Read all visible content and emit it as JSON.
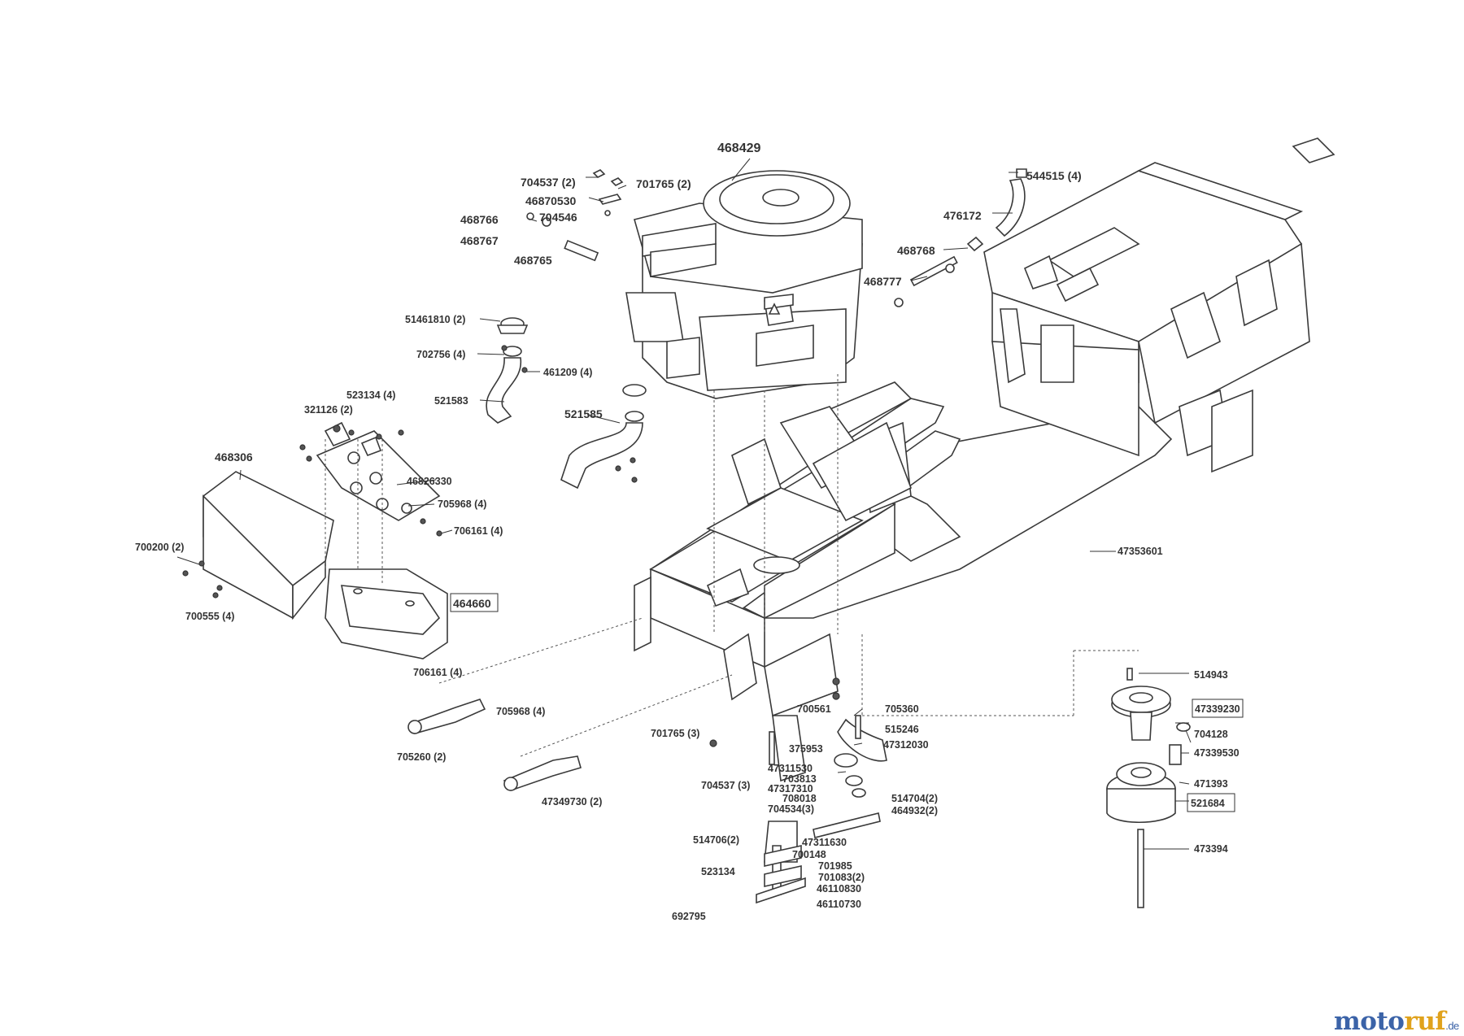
{
  "labels": {
    "l468429": "468429",
    "l704537_2": "704537 (2)",
    "l701765_2": "701765 (2)",
    "l46870530": "46870530",
    "l468766": "468766",
    "l704546": "704546",
    "l468767": "468767",
    "l468765": "468765",
    "l544515_4": "544515 (4)",
    "l476172": "476172",
    "l468768": "468768",
    "l468777": "468777",
    "l51461810_2": "51461810 (2)",
    "l702756_4": "702756 (4)",
    "l461209_4": "461209 (4)",
    "l523134_4": "523134 (4)",
    "l321126_2": "321126 (2)",
    "l521583": "521583",
    "l521585": "521585",
    "l468306": "468306",
    "l46826330": "46826330",
    "l705968_4a": "705968 (4)",
    "l706161_4a": "706161 (4)",
    "l700200_2": "700200 (2)",
    "l464660": "464660",
    "l700555_4": "700555 (4)",
    "l47353601": "47353601",
    "l706161_4b": "706161 (4)",
    "l705968_4b": "705968 (4)",
    "l705260_2": "705260 (2)",
    "l47349730_2": "47349730 (2)",
    "l701765_3": "701765 (3)",
    "l704537_3": "704537 (3)",
    "l700561": "700561",
    "l705360": "705360",
    "l515246": "515246",
    "l375953": "375953",
    "l47312030": "47312030",
    "l47311530": "47311530",
    "l703813": "703813",
    "l47317310": "47317310",
    "l708018": "708018",
    "l704534_3": "704534(3)",
    "l514704_2": "514704(2)",
    "l464932_2": "464932(2)",
    "l514706_2": "514706(2)",
    "l47311630": "47311630",
    "l700148": "700148",
    "l523134": "523134",
    "l701985": "701985",
    "l701083_2": "701083(2)",
    "l46110830": "46110830",
    "l46110730": "46110730",
    "l692795": "692795",
    "l514943": "514943",
    "l47339230": "47339230",
    "l704128": "704128",
    "l47339530": "47339530",
    "l471393": "471393",
    "l521684": "521684",
    "l473394": "473394"
  },
  "brand": {
    "part1": "moto",
    "part2": "ruf",
    "tld": ".de"
  }
}
